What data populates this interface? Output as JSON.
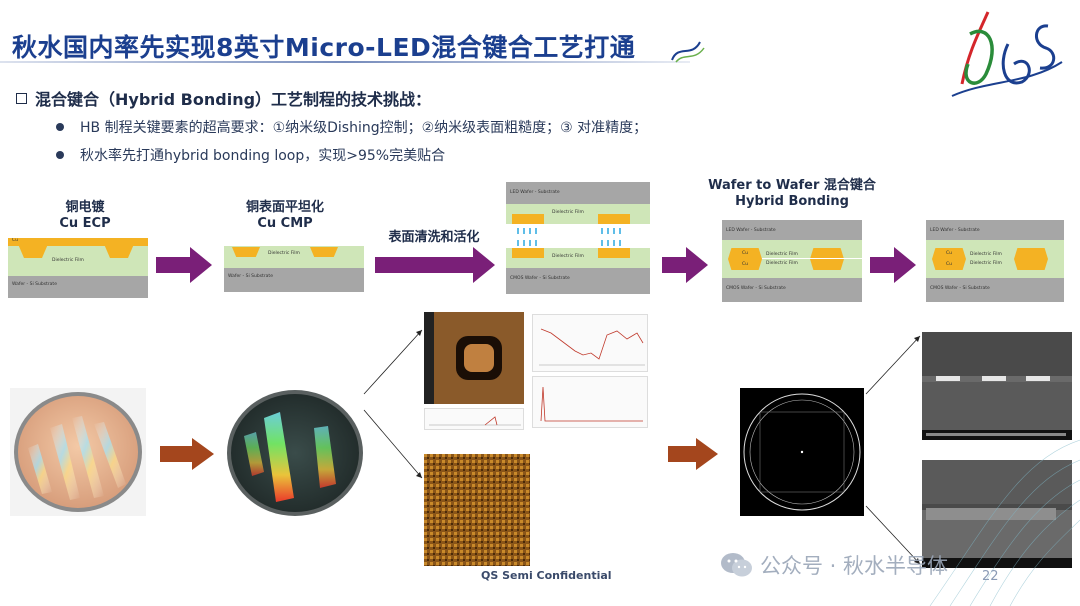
{
  "title": "秋水国内率先实现8英寸Micro-LED混合键合工艺打通",
  "section_heading": "混合键合（Hybrid Bonding）工艺制程的技术挑战：",
  "bullets": [
    "HB 制程关键要素的超高要求：①纳米级Dishing控制；②纳米级表面粗糙度；③ 对准精度；",
    "秋水率先打通hybrid bonding loop，实现>95%完美贴合"
  ],
  "steps": [
    {
      "line1": "铜电镀",
      "line2": "Cu ECP"
    },
    {
      "line1": "铜表面平坦化",
      "line2": "Cu CMP"
    },
    {
      "line1": "表面清洗和活化",
      "line2": ""
    },
    {
      "line1": "Wafer to Wafer 混合键合",
      "line2": "Hybrid Bonding"
    }
  ],
  "diagram_labels": {
    "cu": "Cu",
    "dielectric": "Dielectric Film",
    "wafer_si": "Wafer - Si Substrate",
    "led_wafer": "LED Wafer - Substrate",
    "cmos_wafer": "CMOS Wafer - Si Substrate"
  },
  "footer": {
    "confidential": "QS Semi Confidential",
    "page_number": "22",
    "watermark": "公众号 · 秋水半导体"
  },
  "colors": {
    "title": "#1b3f8f",
    "cu": "#f4b223",
    "dielectric": "#cfe6b8",
    "substrate": "#a6a6a6",
    "arrow_process": "#7a1f78",
    "arrow_photo": "#a4461d"
  }
}
